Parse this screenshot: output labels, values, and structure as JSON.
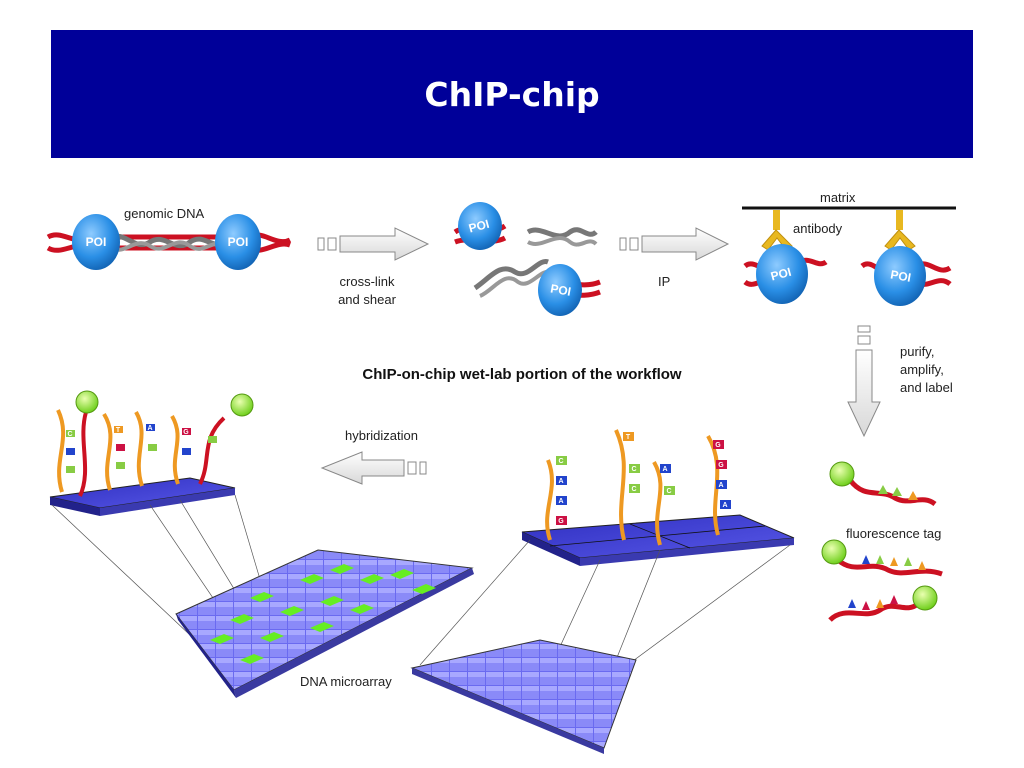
{
  "slide": {
    "title": "ChIP-chip"
  },
  "diagram": {
    "labels": {
      "genomic_dna": "genomic DNA",
      "poi": "POI",
      "crosslink_line1": "cross-link",
      "crosslink_line2": "and shear",
      "ip": "IP",
      "matrix": "matrix",
      "antibody": "antibody",
      "purify_line1": "purify,",
      "purify_line2": "amplify,",
      "purify_line3": "and label",
      "workflow_caption": "ChIP-on-chip wet-lab portion of the workflow",
      "hybridization": "hybridization",
      "fluorescence_tag": "fluorescence tag",
      "dna_microarray": "DNA microarray"
    },
    "bases": {
      "left_probes": [
        "C",
        "T",
        "A",
        "G"
      ],
      "right_probes": [
        "C",
        "T",
        "A",
        "G"
      ]
    },
    "colors": {
      "title_bar": "#000099",
      "poi": "#2a8fe6",
      "dna_red": "#cc1122",
      "dna_gray": "#777777",
      "antibody": "#e8b820",
      "array_blue": "#5a5aee",
      "array_green": "#66ee22",
      "tag_green": "#88ee22",
      "probe_orange": "#ee9922"
    }
  }
}
